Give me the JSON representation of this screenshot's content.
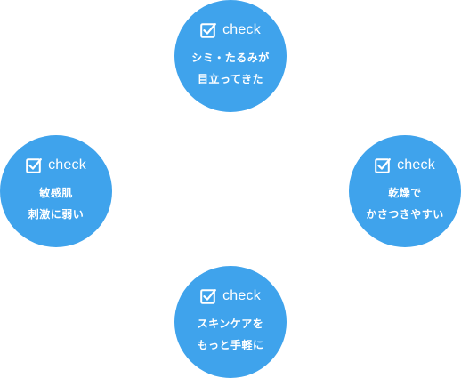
{
  "items": [
    {
      "check_label": "check",
      "lines": [
        "シミ・たるみが",
        "目立ってきた"
      ]
    },
    {
      "check_label": "check",
      "lines": [
        "敏感肌",
        "刺激に弱い"
      ]
    },
    {
      "check_label": "check",
      "lines": [
        "乾燥で",
        "かさつきやすい"
      ]
    },
    {
      "check_label": "check",
      "lines": [
        "スキンケアを",
        "もっと手軽に"
      ]
    }
  ],
  "colors": {
    "circle": "#3fa3ec",
    "text": "#ffffff"
  },
  "icons": {
    "check": "checkbox-checked-icon"
  }
}
